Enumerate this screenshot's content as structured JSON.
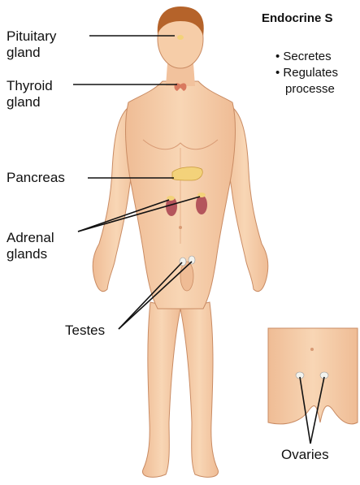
{
  "labels": {
    "pituitary": "Pituitary\ngland",
    "thyroid": "Thyroid\ngland",
    "pancreas": "Pancreas",
    "adrenal": "Adrenal\nglands",
    "testes": "Testes",
    "ovaries": "Ovaries"
  },
  "sidebar": {
    "title": "Endocrine S",
    "bullet1": "• Secretes",
    "bullet2": "• Regulates",
    "bullet2_cont": "processe"
  },
  "colors": {
    "skin": "#f6cda8",
    "skin_shadow": "#e9ad86",
    "hair": "#b5632a",
    "outline": "#c98b63",
    "pancreas": "#f3d27a",
    "adrenal": "#f3d27a",
    "kidney": "#b4555c",
    "gland_white": "#f3f3ee",
    "thyroid": "#d9795f",
    "leader": "#111111"
  }
}
